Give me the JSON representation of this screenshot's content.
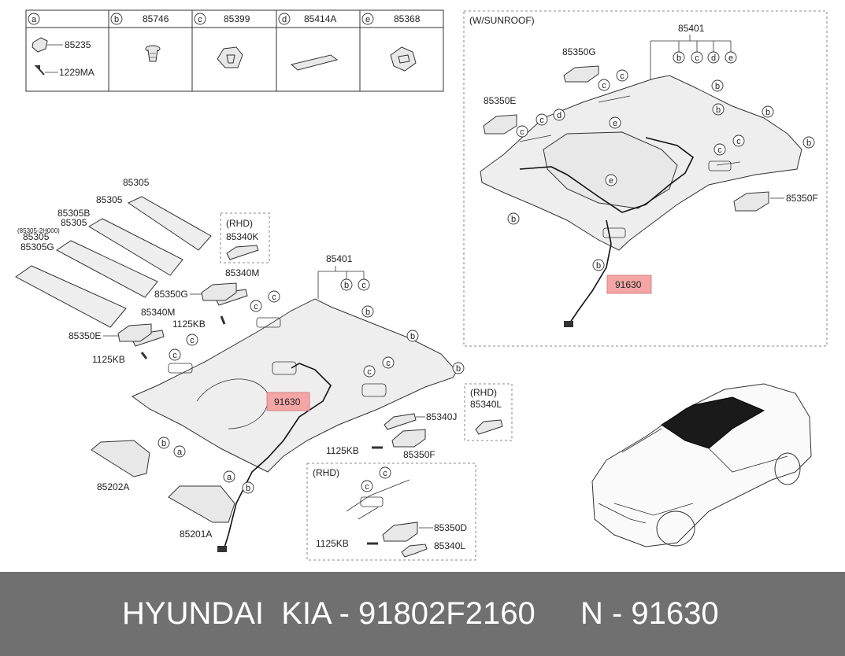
{
  "legend": {
    "headers": [
      "a",
      "b",
      "c",
      "d",
      "e"
    ],
    "parts": [
      "85746",
      "85399",
      "85414A",
      "85368"
    ],
    "a_parts": [
      "85235",
      "1229MA"
    ]
  },
  "sunroof": {
    "title": "(W/SUNROOF)",
    "assembly": "85401",
    "bracket_g": "85350G",
    "bracket_e": "85350E",
    "bracket_f": "85350F",
    "wiring": "91630"
  },
  "main": {
    "sheets": [
      "85305",
      "85305",
      "85305B",
      "85305",
      "(85305-2H000)",
      "85305",
      "85305G"
    ],
    "rhd_label": "(RHD)",
    "handle_k": "85340K",
    "handle_m1": "85340M",
    "bracket_g": "85350G",
    "bolt1": "1125KB",
    "handle_m2": "85340M",
    "bracket_e": "85350E",
    "bolt2": "1125KB",
    "assembly": "85401",
    "wiring": "91630",
    "visor_r": "85202A",
    "visor_l": "85201A",
    "handle_j": "85340J",
    "bolt3": "1125KB",
    "bracket_f": "85350F",
    "rhd_label2": "(RHD)",
    "handle_l": "85340L"
  },
  "rhd_box": {
    "title": "(RHD)",
    "bracket_d": "85350D",
    "bolt": "1125KB",
    "handle_l": "85340L"
  },
  "footer": {
    "brand": "HYUNDAI  KIA - 91802F2160",
    "part": "N - 91630"
  },
  "colors": {
    "highlight": "#f4a6a6",
    "footer_bg": "#707070",
    "footer_text": "#ffffff"
  }
}
